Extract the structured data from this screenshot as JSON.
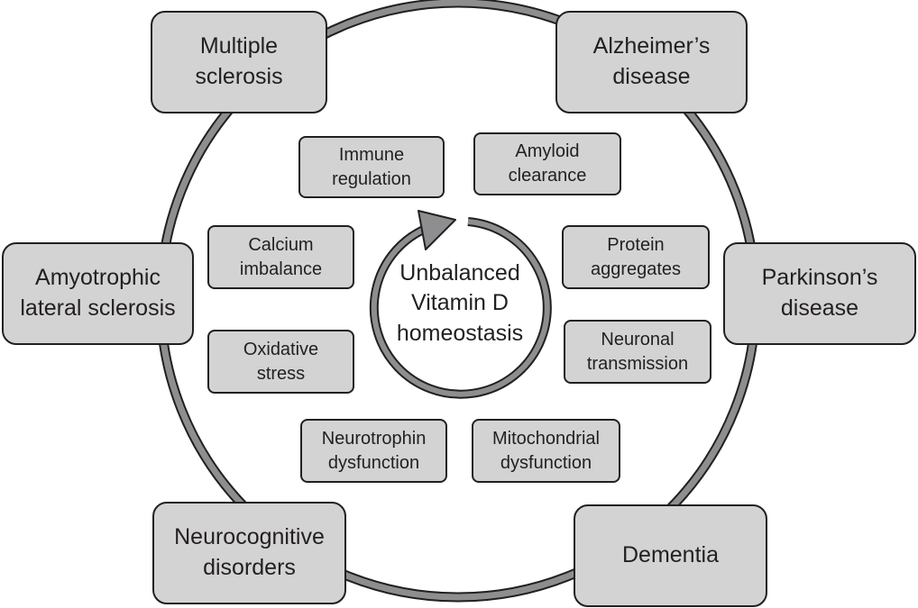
{
  "diagram": {
    "center": {
      "label": "Unbalanced\nVitamin D\nhomeostasis",
      "icon": "cycle-arrow-icon"
    },
    "diseases": [
      {
        "id": "multiple-sclerosis",
        "label": "Multiple\nsclerosis"
      },
      {
        "id": "alzheimers-disease",
        "label": "Alzheimer’s\ndisease"
      },
      {
        "id": "amyotrophic-lateral-sclerosis",
        "label": "Amyotrophic\nlateral sclerosis"
      },
      {
        "id": "parkinsons-disease",
        "label": "Parkinson’s\ndisease"
      },
      {
        "id": "neurocognitive-disorders",
        "label": "Neurocognitive\ndisorders"
      },
      {
        "id": "dementia",
        "label": "Dementia"
      }
    ],
    "mechanisms": [
      {
        "id": "immune-regulation",
        "label": "Immune\nregulation"
      },
      {
        "id": "amyloid-clearance",
        "label": "Amyloid\nclearance"
      },
      {
        "id": "calcium-imbalance",
        "label": "Calcium\nimbalance"
      },
      {
        "id": "protein-aggregates",
        "label": "Protein\naggregates"
      },
      {
        "id": "oxidative-stress",
        "label": "Oxidative\nstress"
      },
      {
        "id": "neuronal-transmission",
        "label": "Neuronal\ntransmission"
      },
      {
        "id": "neurotrophin-dysfunction",
        "label": "Neurotrophin\ndysfunction"
      },
      {
        "id": "mitochondrial-dysfunction",
        "label": "Mitochondrial\ndysfunction"
      }
    ],
    "colors": {
      "box_fill": "#d3d3d4",
      "ring": "#8e8e90",
      "outline": "#231f20"
    }
  }
}
